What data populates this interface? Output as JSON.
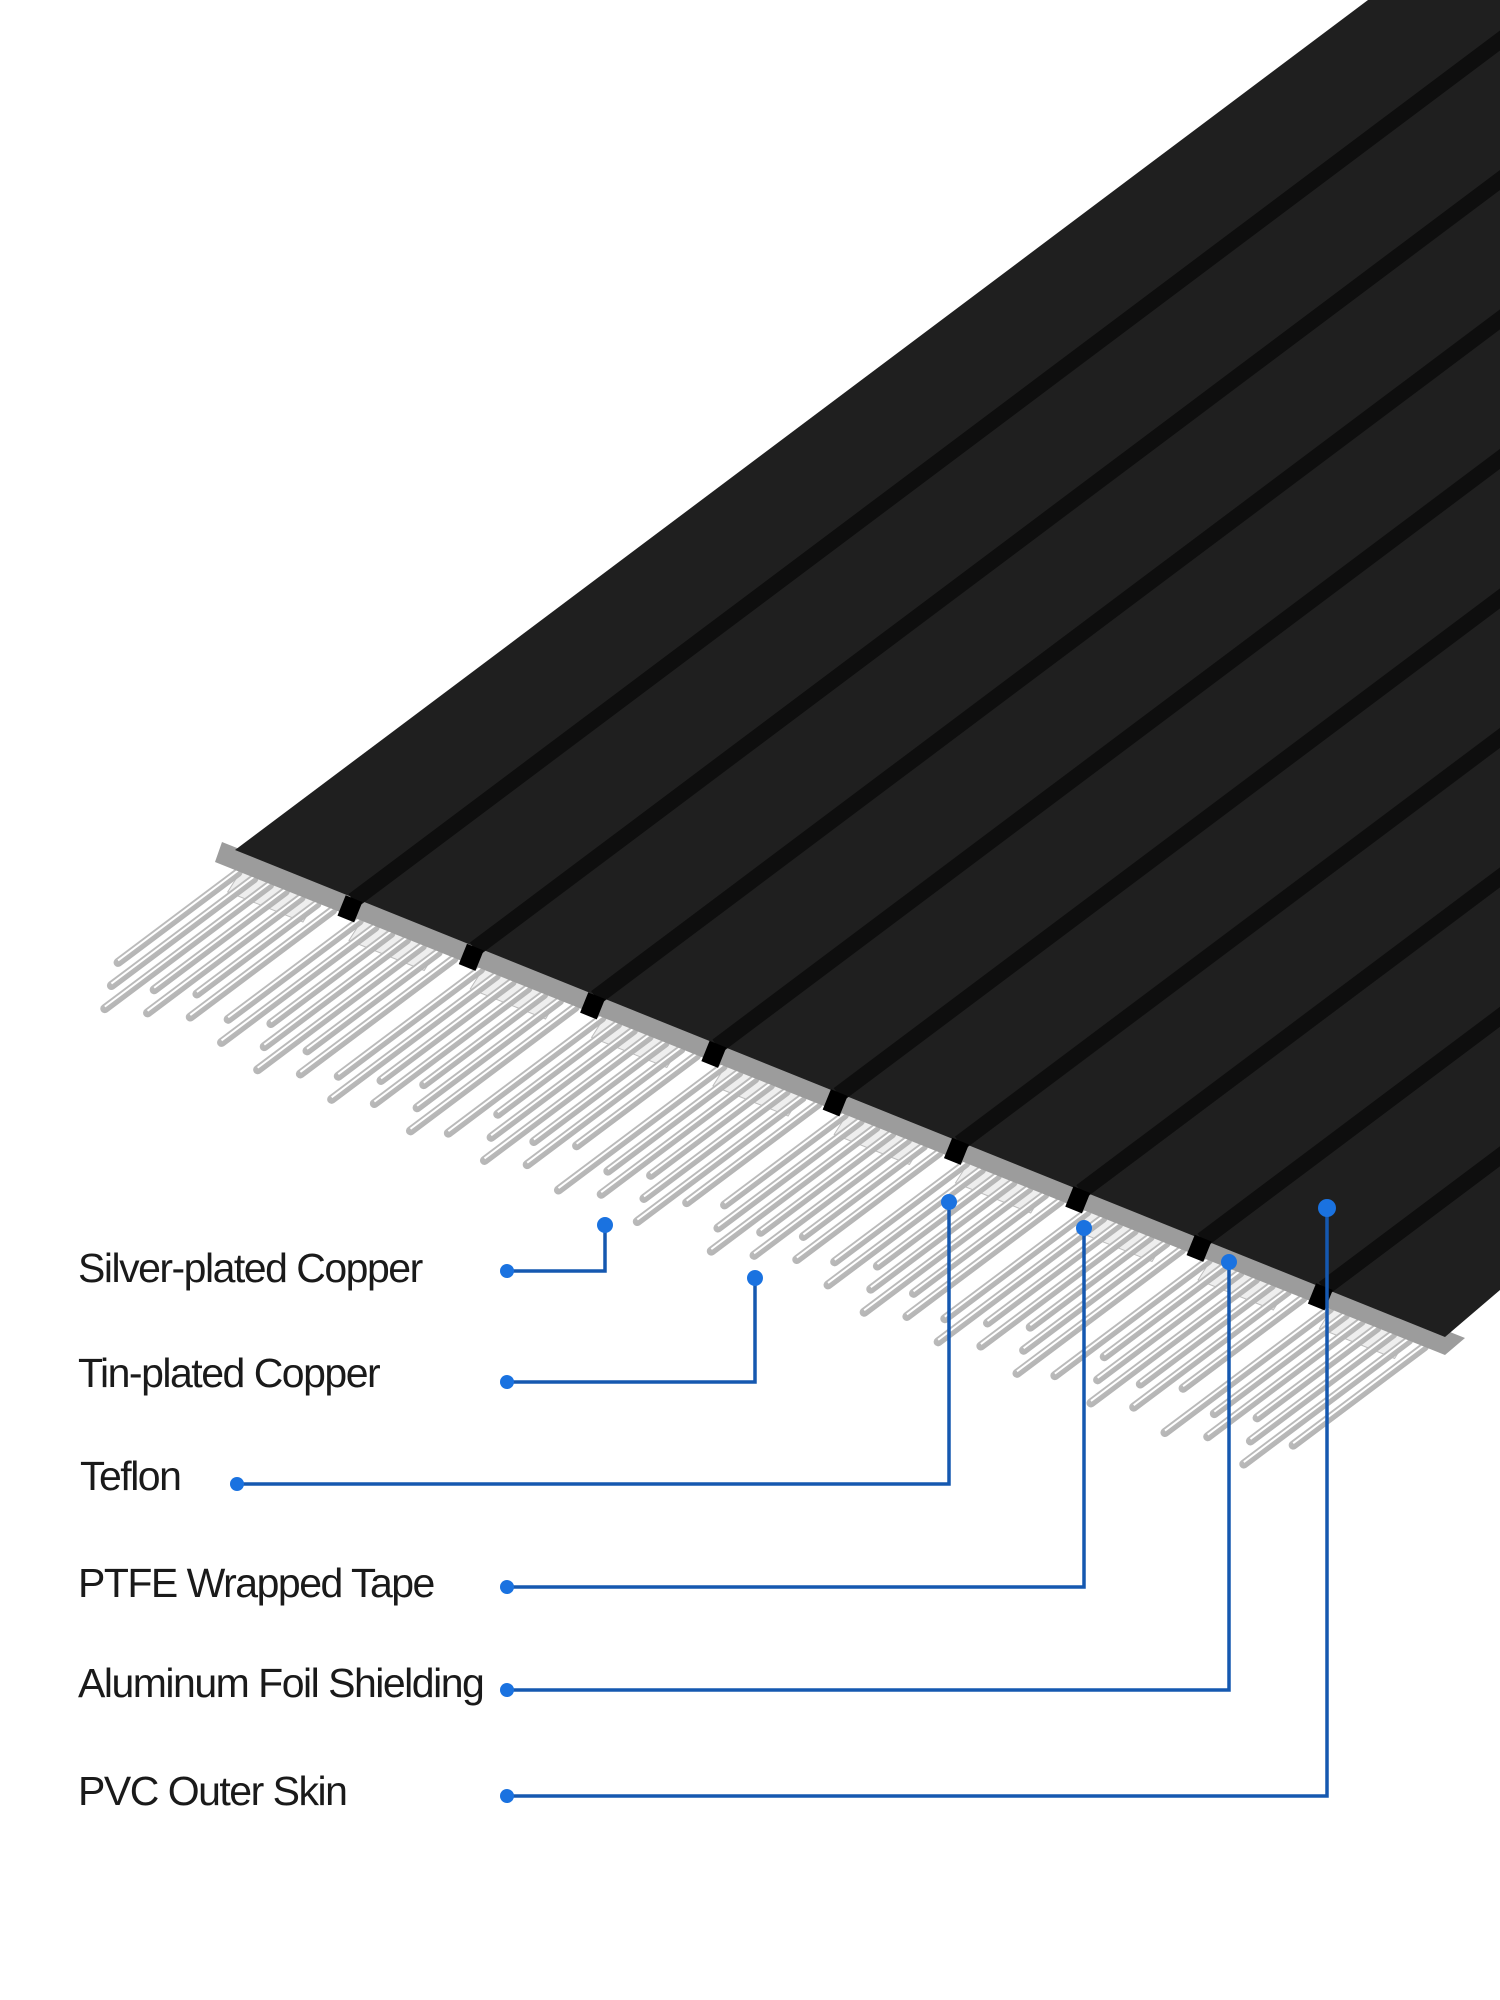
{
  "colors": {
    "ribbon": "#1e1e1e",
    "groove": "#0e0e0e",
    "strip": "#9c9c9c",
    "leader": "#1558b0",
    "dot": "#1a72e0"
  },
  "labels": [
    {
      "text": "Silver-plated Copper"
    },
    {
      "text": "Tin-plated Copper"
    },
    {
      "text": "Teflon"
    },
    {
      "text": "PTFE Wrapped Tape"
    },
    {
      "text": "Aluminum Foil Shielding"
    },
    {
      "text": "PVC Outer Skin"
    }
  ]
}
